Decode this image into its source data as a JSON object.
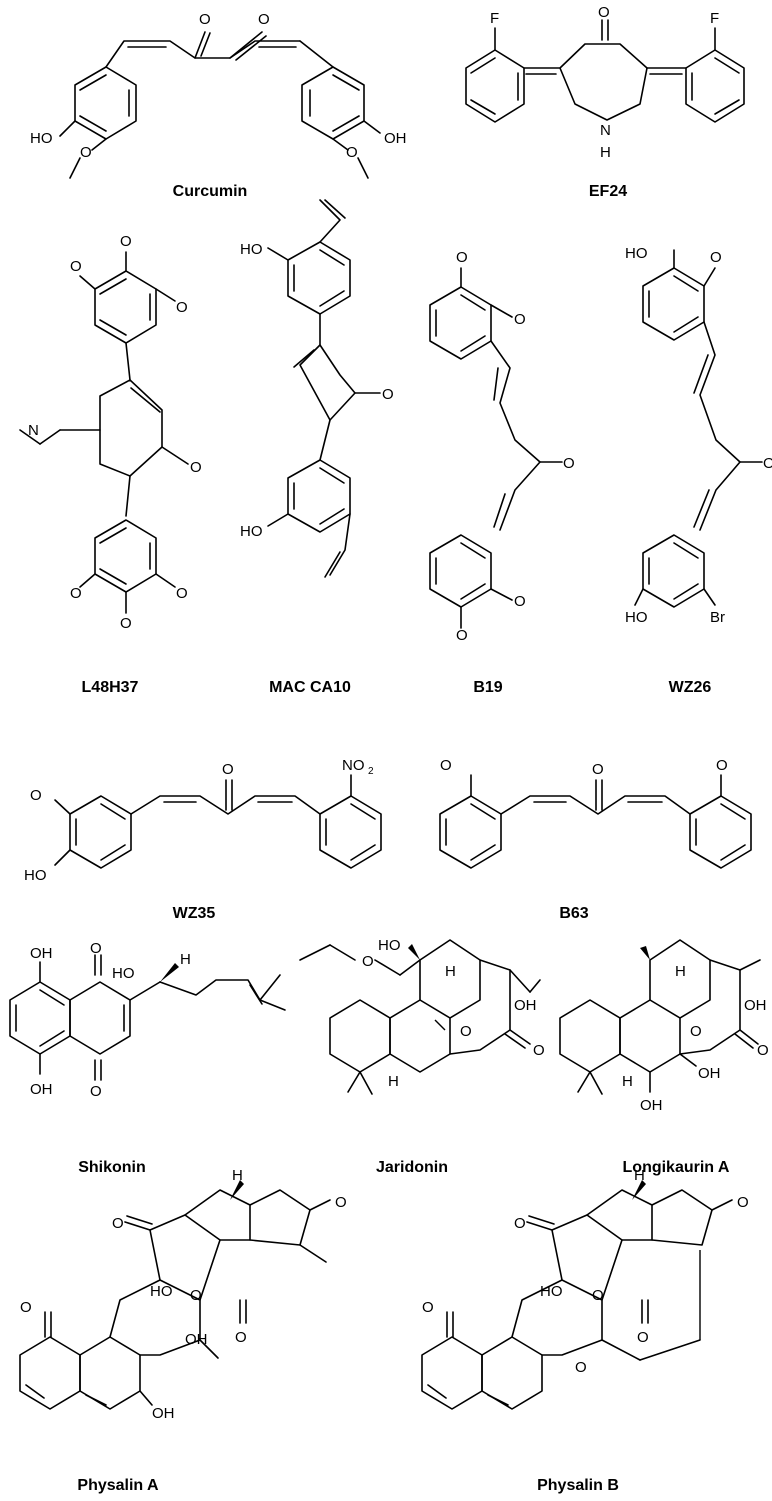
{
  "figure": {
    "compounds": [
      {
        "id": "curcumin",
        "name": "Curcumin"
      },
      {
        "id": "ef24",
        "name": "EF24"
      },
      {
        "id": "l48h37",
        "name": "L48H37"
      },
      {
        "id": "mac_ca10",
        "name": "MAC CA10"
      },
      {
        "id": "b19",
        "name": "B19"
      },
      {
        "id": "wz26",
        "name": "WZ26"
      },
      {
        "id": "wz35",
        "name": "WZ35"
      },
      {
        "id": "b63",
        "name": "B63"
      },
      {
        "id": "shikonin",
        "name": "Shikonin"
      },
      {
        "id": "jaridonin",
        "name": "Jaridonin"
      },
      {
        "id": "longikaurin_a",
        "name": "Longikaurin A"
      },
      {
        "id": "physalin_a",
        "name": "Physalin A"
      },
      {
        "id": "physalin_b",
        "name": "Physalin B"
      }
    ],
    "atom_labels": {
      "O": "O",
      "OH": "OH",
      "HO": "HO",
      "H": "H",
      "F": "F",
      "N": "N",
      "Br": "Br",
      "NO": "NO",
      "two": "2"
    }
  }
}
